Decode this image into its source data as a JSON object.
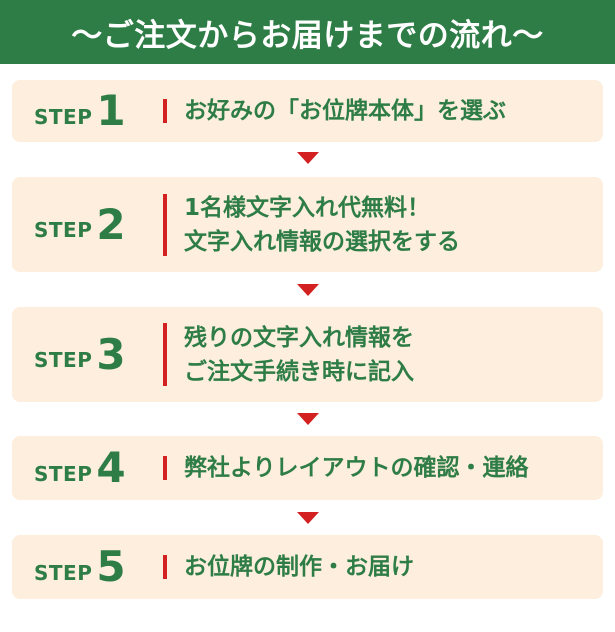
{
  "header": {
    "title": "〜ご注文からお届けまでの流れ〜"
  },
  "steps": [
    {
      "word": "STEP",
      "number": "1",
      "lines": [
        "お好みの「お位牌本体」を選ぶ"
      ]
    },
    {
      "word": "STEP",
      "number": "2",
      "lines": [
        "1名様文字入れ代無料！",
        "文字入れ情報の選択をする"
      ]
    },
    {
      "word": "STEP",
      "number": "3",
      "lines": [
        "残りの文字入れ情報を",
        "ご注文手続き時に記入"
      ]
    },
    {
      "word": "STEP",
      "number": "4",
      "lines": [
        "弊社よりレイアウトの確認・連絡"
      ]
    },
    {
      "word": "STEP",
      "number": "5",
      "lines": [
        "お位牌の制作・お届け"
      ]
    }
  ],
  "colors": {
    "header_bg": "#2e7d46",
    "text_green": "#2e7d46",
    "box_bg": "#fdeedd",
    "accent_red": "#d32020"
  }
}
